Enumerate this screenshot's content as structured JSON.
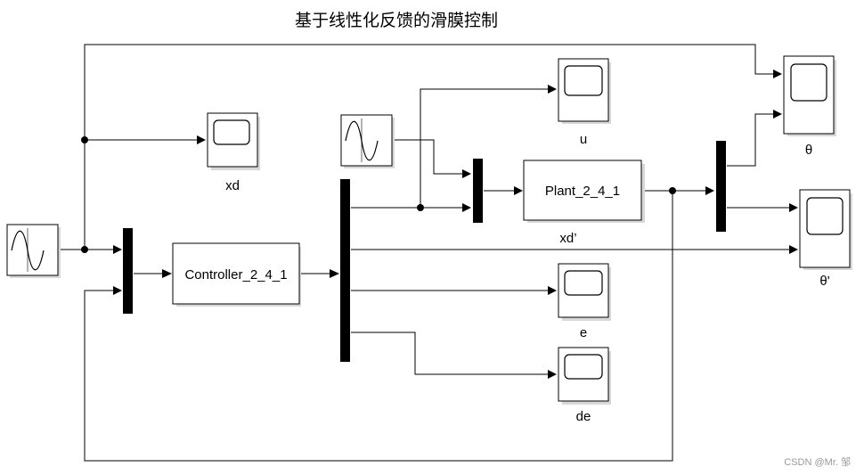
{
  "title": "基于线性化反馈的滑膜控制",
  "blocks": {
    "controller": "Controller_2_4_1",
    "plant": "Plant_2_4_1"
  },
  "scopes": {
    "xd": "xd",
    "u": "u",
    "theta": "θ",
    "theta_dot": "θ'",
    "e": "e",
    "de": "de"
  },
  "signals": {
    "xd_dot": "xd’"
  },
  "watermark": "CSDN @Mr. 邹"
}
